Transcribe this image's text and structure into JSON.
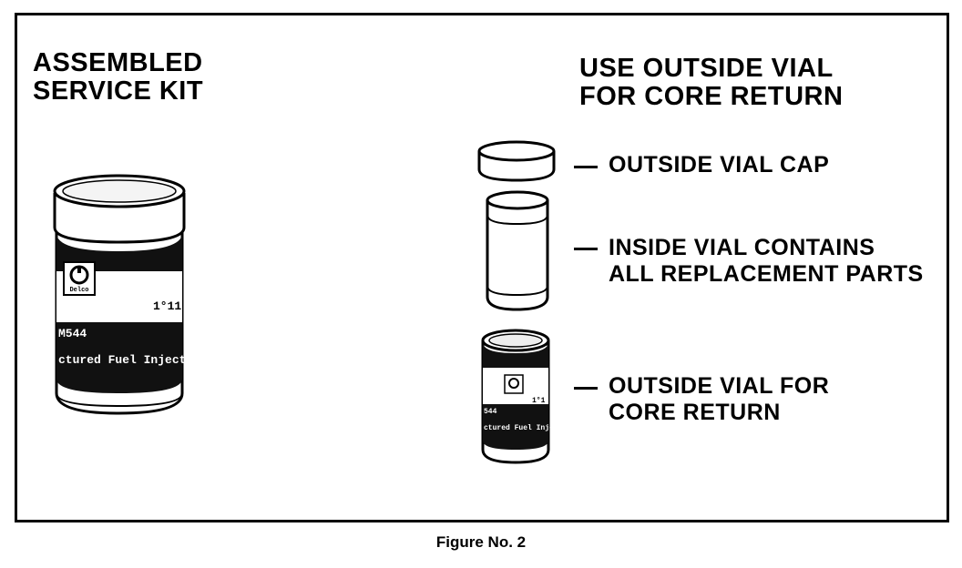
{
  "left_heading": [
    "ASSEMBLED",
    "SERVICE KIT"
  ],
  "right_heading": [
    "USE OUTSIDE VIAL",
    "FOR CORE RETURN"
  ],
  "callouts": {
    "cap": [
      "OUTSIDE VIAL CAP"
    ],
    "inside_vial": [
      "INSIDE VIAL CONTAINS",
      "ALL REPLACEMENT PARTS"
    ],
    "outside_vial": [
      "OUTSIDE VIAL FOR",
      "CORE RETURN"
    ]
  },
  "kit_label": {
    "brand": "Delco",
    "code": "1°11",
    "part": "M544",
    "desc": "ctured Fuel Injecto"
  },
  "small_vial_label": {
    "code": "1°1",
    "part": "544",
    "desc": "ctured Fuel Inject"
  },
  "caption": "Figure No. 2"
}
